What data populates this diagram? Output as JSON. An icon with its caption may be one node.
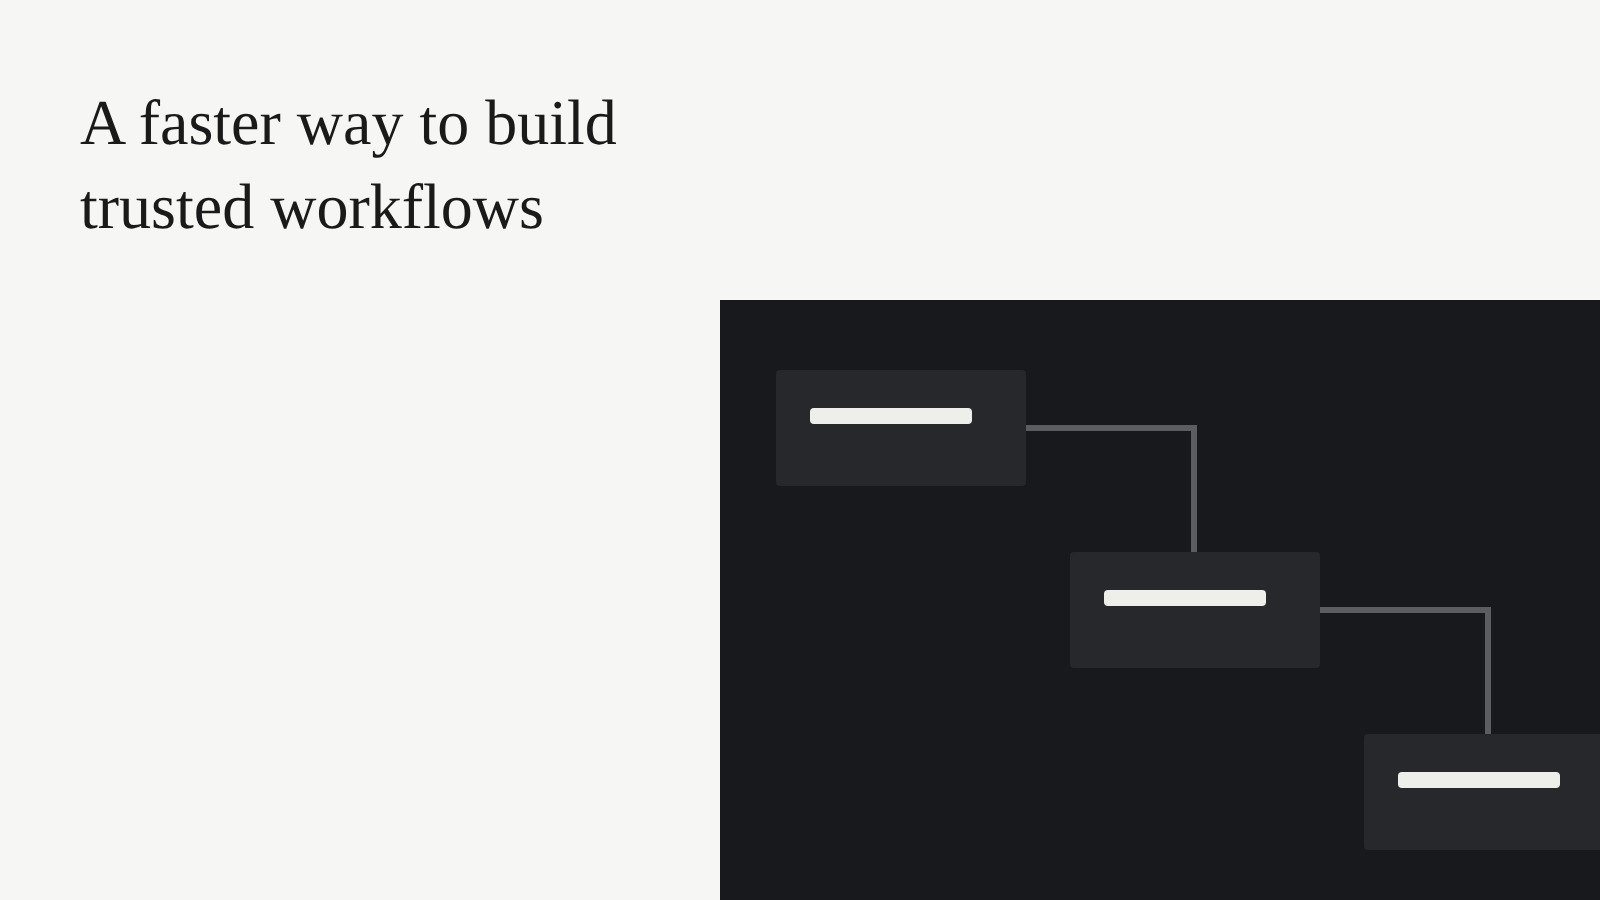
{
  "diagram": {
    "title": "A faster way to build trusted workflows",
    "nodes": [
      {
        "text": [],
        "shape": "box"
      },
      {
        "text": [],
        "shape": "box"
      },
      {
        "text": [],
        "shape": "box"
      }
    ],
    "edges": [
      {
        "from": 0,
        "to": 1,
        "arrow": "none"
      },
      {
        "from": 1,
        "to": 2,
        "arrow": "none"
      }
    ]
  }
}
